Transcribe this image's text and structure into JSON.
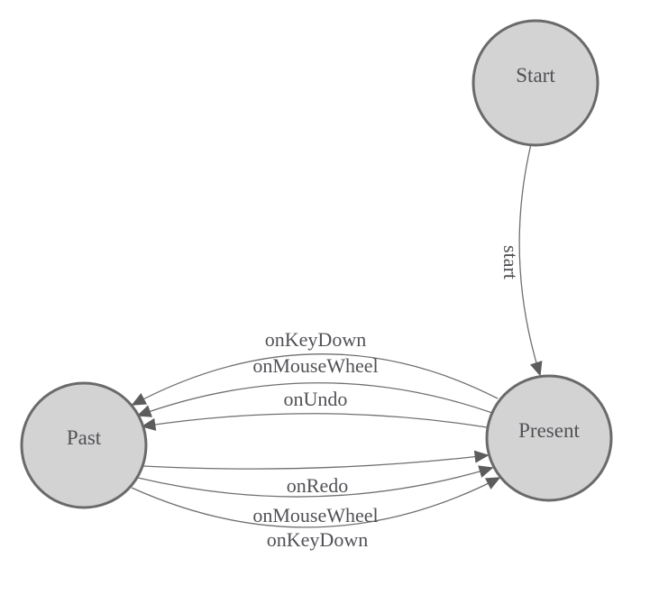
{
  "diagram": {
    "type": "state-machine",
    "colors": {
      "background": "#ffffff",
      "node_fill": "#d3d3d3",
      "node_stroke": "#6a6a6a",
      "edge_stroke": "#6f6f6f",
      "arrowhead_fill": "#5c5c5c",
      "label_text": "#515156"
    },
    "nodes": [
      {
        "id": "start",
        "label": "Start"
      },
      {
        "id": "past",
        "label": "Past"
      },
      {
        "id": "present",
        "label": "Present"
      }
    ],
    "edges": [
      {
        "from": "Start",
        "to": "Present",
        "label": "start"
      },
      {
        "from": "Present",
        "to": "Past",
        "label": "onKeyDown"
      },
      {
        "from": "Present",
        "to": "Past",
        "label": "onMouseWheel"
      },
      {
        "from": "Present",
        "to": "Past",
        "label": "onUndo"
      },
      {
        "from": "Past",
        "to": "Present",
        "label": "onRedo"
      },
      {
        "from": "Past",
        "to": "Present",
        "label": "onMouseWheel"
      },
      {
        "from": "Past",
        "to": "Present",
        "label": "onKeyDown"
      }
    ]
  }
}
